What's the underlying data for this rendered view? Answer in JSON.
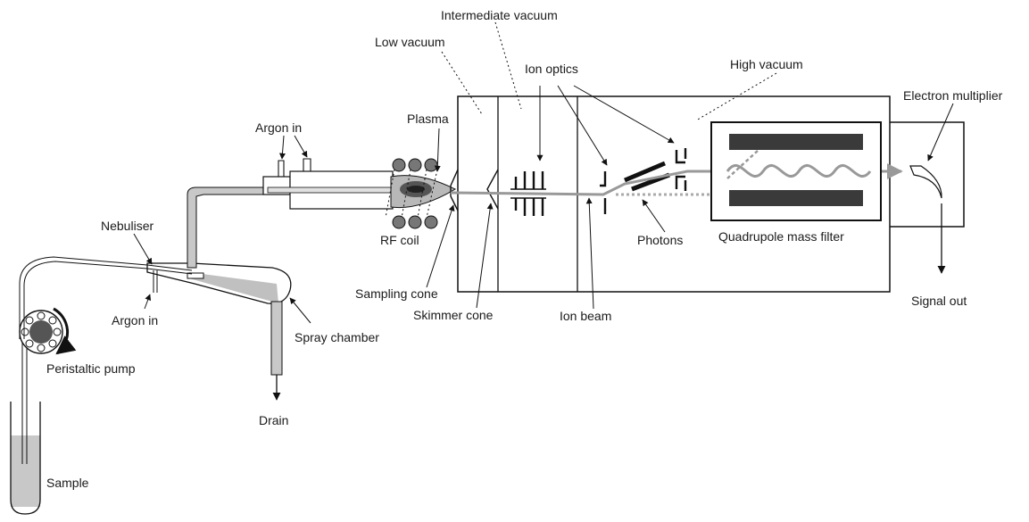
{
  "labels": {
    "intermediate_vacuum": "Intermediate vacuum",
    "low_vacuum": "Low vacuum",
    "ion_optics": "Ion optics",
    "high_vacuum": "High vacuum",
    "argon_in_top": "Argon in",
    "plasma": "Plasma",
    "electron_multiplier": "Electron multiplier",
    "nebuliser": "Nebuliser",
    "rf_coil": "RF coil",
    "photons": "Photons",
    "quadrupole_mass_filter": "Quadrupole mass filter",
    "sampling_cone": "Sampling cone",
    "skimmer_cone": "Skimmer cone",
    "ion_beam": "Ion beam",
    "signal_out": "Signal out",
    "argon_in_bottom": "Argon in",
    "spray_chamber": "Spray chamber",
    "peristaltic_pump": "Peristaltic pump",
    "drain": "Drain",
    "sample": "Sample"
  },
  "colors": {
    "line": "#111111",
    "plasma_gray": "#b8b8b8",
    "rod_dark": "#3a3a3a",
    "tube_gray": "#c8c8c8"
  }
}
